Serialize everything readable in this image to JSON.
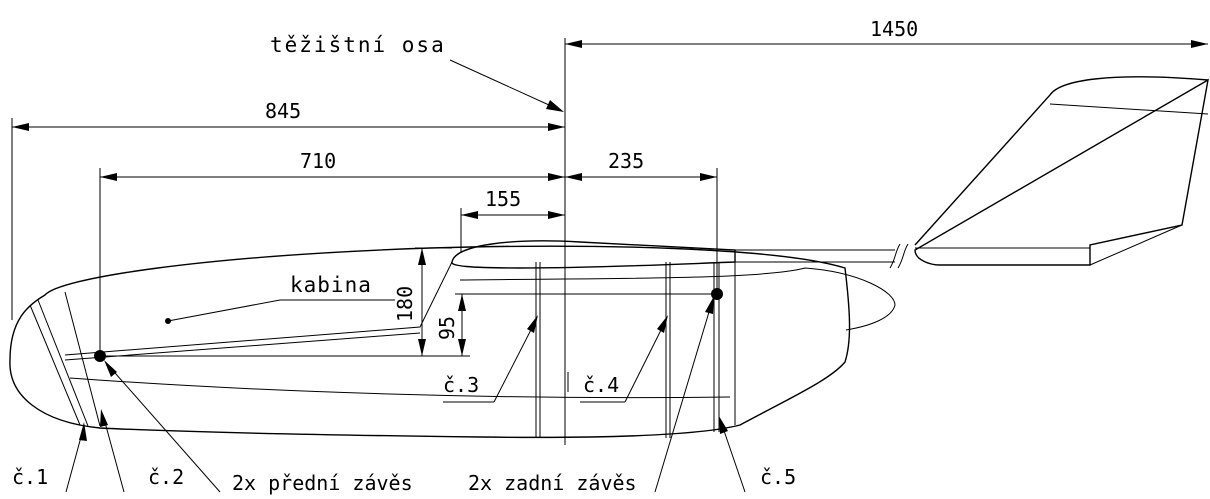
{
  "labels": {
    "axis": "těžištní osa",
    "cabin": "kabina",
    "frame1": "č.1",
    "frame2": "č.2",
    "frame3": "č.3",
    "frame4": "č.4",
    "frame5": "č.5",
    "front_hinge": "2x přední závěs",
    "rear_hinge": "2x zadní závěs"
  },
  "dimensions": {
    "d1450": "1450",
    "d845": "845",
    "d710": "710",
    "d235": "235",
    "d155": "155",
    "d180": "180",
    "d95": "95"
  }
}
